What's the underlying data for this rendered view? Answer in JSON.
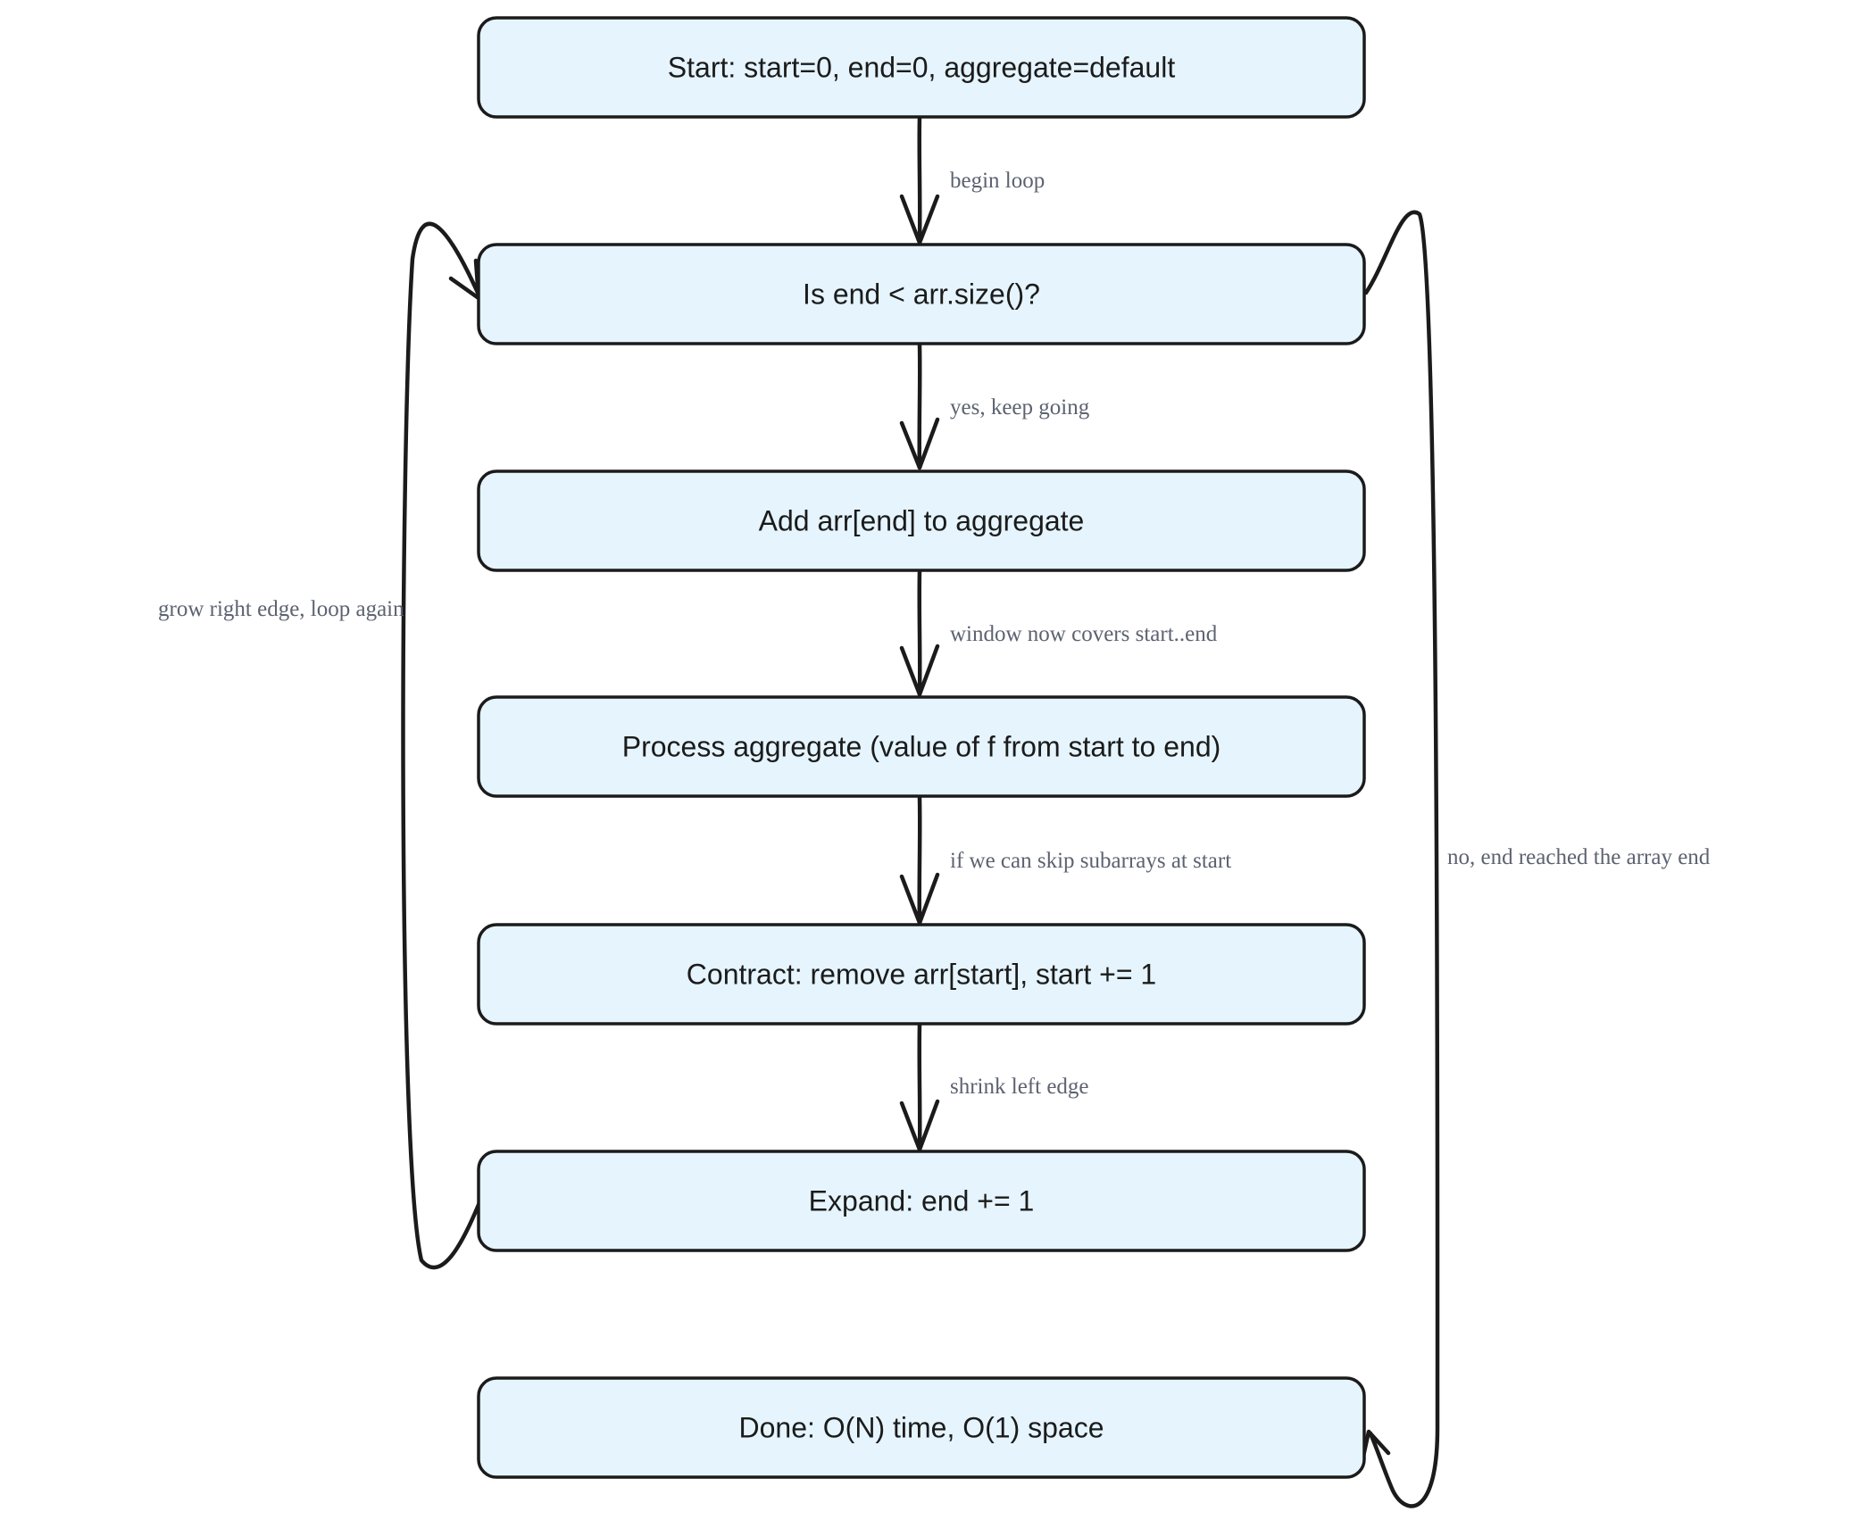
{
  "diagram": {
    "colors": {
      "node_fill": "#e5f4fd",
      "stroke": "#1b1b1b",
      "label": "#5c6270"
    },
    "nodes": [
      {
        "id": "start",
        "text": "Start: start=0, end=0, aggregate=default"
      },
      {
        "id": "check",
        "text": "Is end < arr.size()?"
      },
      {
        "id": "add",
        "text": "Add arr[end] to aggregate"
      },
      {
        "id": "process",
        "text": "Process aggregate (value of f from start to end)"
      },
      {
        "id": "contract",
        "text": "Contract: remove arr[start], start += 1"
      },
      {
        "id": "expand",
        "text": "Expand: end += 1"
      },
      {
        "id": "done",
        "text": "Done: O(N) time, O(1) space"
      }
    ],
    "edges": [
      {
        "id": "start-check",
        "from": "start",
        "to": "check",
        "label": "begin loop"
      },
      {
        "id": "check-add",
        "from": "check",
        "to": "add",
        "label": "yes, keep going"
      },
      {
        "id": "add-process",
        "from": "add",
        "to": "process",
        "label": "window now covers start..end"
      },
      {
        "id": "process-contract",
        "from": "process",
        "to": "contract",
        "label": "if we can skip subarrays at start"
      },
      {
        "id": "contract-expand",
        "from": "contract",
        "to": "expand",
        "label": "shrink left edge"
      },
      {
        "id": "expand-check",
        "from": "expand",
        "to": "check",
        "label": "grow right edge, loop again"
      },
      {
        "id": "check-done",
        "from": "check",
        "to": "done",
        "label": "no, end reached the array end"
      }
    ]
  }
}
